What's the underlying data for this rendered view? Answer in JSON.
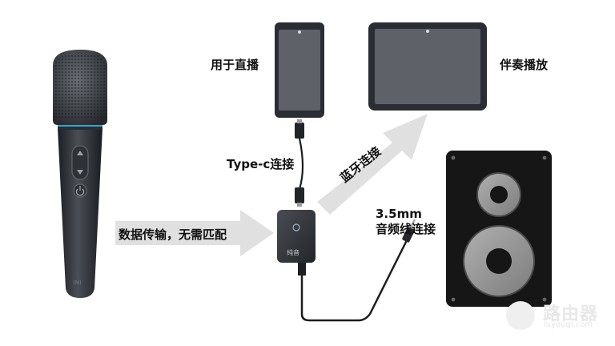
{
  "labels": {
    "live": "用于直播",
    "accompaniment": "伴奏播放",
    "typec": "Type-c连接",
    "bluetooth": "蓝牙连接",
    "data_transfer": "数据传输，无需匹配",
    "jack_line1": "3.5mm",
    "jack_line2": "音频线连接"
  },
  "adapter": {
    "brand": "纯音"
  },
  "watermark": {
    "name": "路由器",
    "domain": "luyouqi.com"
  },
  "colors": {
    "accent_ring": "#39b4e6",
    "device_dark": "#2a2d33",
    "arrow": "#e0e0e0",
    "speaker_body": "#161616",
    "speaker_cone": "#9b9b9b"
  }
}
